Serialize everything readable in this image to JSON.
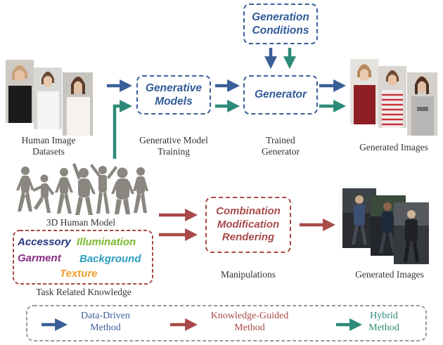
{
  "nodes": {
    "generative_models": [
      "Generative",
      "Models"
    ],
    "generation_conditions": [
      "Generation",
      "Conditions"
    ],
    "generator": "Generator",
    "manipulations_box": [
      "Combination",
      "Modification",
      "Rendering"
    ]
  },
  "captions": {
    "human_datasets": [
      "Human Image",
      "Datasets"
    ],
    "gen_model_training": [
      "Generative Model",
      "Training"
    ],
    "trained_generator": [
      "Trained",
      "Generator"
    ],
    "generated_images_top": "Generated Images",
    "human_model_3d": "3D Human Model",
    "manipulations": "Manipulations",
    "generated_images_bottom": "Generated Images",
    "task_knowledge": "Task Related Knowledge"
  },
  "knowledge_items": {
    "accessory": "Accessory",
    "illumination": "Illumination",
    "garment": "Garment",
    "background": "Background",
    "texture": "Texture"
  },
  "legend": {
    "data_driven": [
      "Data-Driven",
      "Method"
    ],
    "knowledge_guided": [
      "Knowledge-Guided",
      "Method"
    ],
    "hybrid": [
      "Hybrid",
      "Method"
    ]
  },
  "colors": {
    "data_driven": "#3a5f98",
    "knowledge_guided": "#a84a49",
    "hybrid": "#2e8a78",
    "accessory": "#26357f",
    "illumination": "#7ab82e",
    "garment": "#8a2a86",
    "background": "#2a9ec1",
    "texture": "#f0a030"
  }
}
